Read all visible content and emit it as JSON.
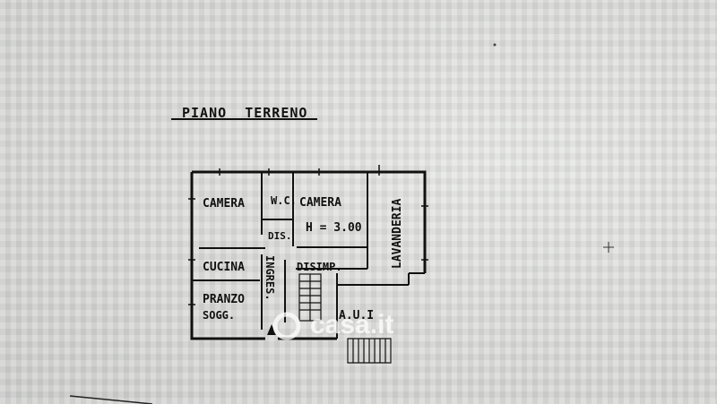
{
  "plan": {
    "title": "PIANO  TERRENO",
    "rooms": {
      "camera_left": "CAMERA",
      "wc": "W.C.",
      "camera_right": "CAMERA",
      "height": "H = 3.00",
      "lavanderia": "LAVANDERIA",
      "dis": "DIS.",
      "cucina": "CUCINA",
      "ingres": "INGRES.",
      "disimp": "DISIMP.",
      "pranzo": "PRANZO",
      "sogg": "SOGG.",
      "aui": "A.U.I"
    }
  },
  "watermark": {
    "text": "casa.it",
    "color": "#ffffff"
  },
  "colors": {
    "ink": "#111111",
    "paper": "#dcdddb"
  }
}
